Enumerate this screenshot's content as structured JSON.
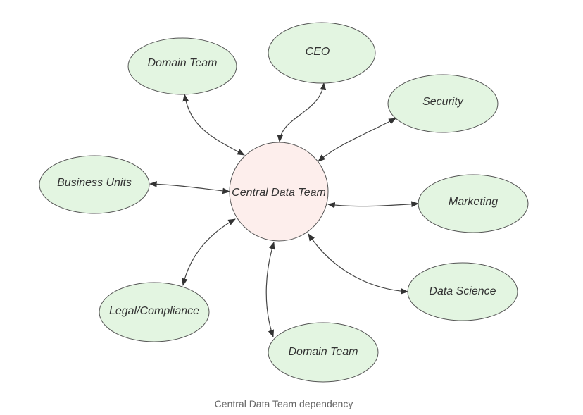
{
  "diagram": {
    "center": {
      "label": "Central Data Team"
    },
    "nodes": [
      {
        "id": "domain-team-top",
        "label": "Domain Team"
      },
      {
        "id": "ceo",
        "label": "CEO"
      },
      {
        "id": "security",
        "label": "Security"
      },
      {
        "id": "business-units",
        "label": "Business Units"
      },
      {
        "id": "marketing",
        "label": "Marketing"
      },
      {
        "id": "legal-compliance",
        "label": "Legal/Compliance"
      },
      {
        "id": "data-science",
        "label": "Data Science"
      },
      {
        "id": "domain-team-bottom",
        "label": "Domain Team"
      }
    ],
    "edge_type": "bidirectional"
  },
  "caption": "Central Data Team dependency",
  "colors": {
    "center_fill": "#fdeeec",
    "node_fill": "#e3f5e1",
    "stroke": "#555555",
    "arrow": "#333333"
  }
}
